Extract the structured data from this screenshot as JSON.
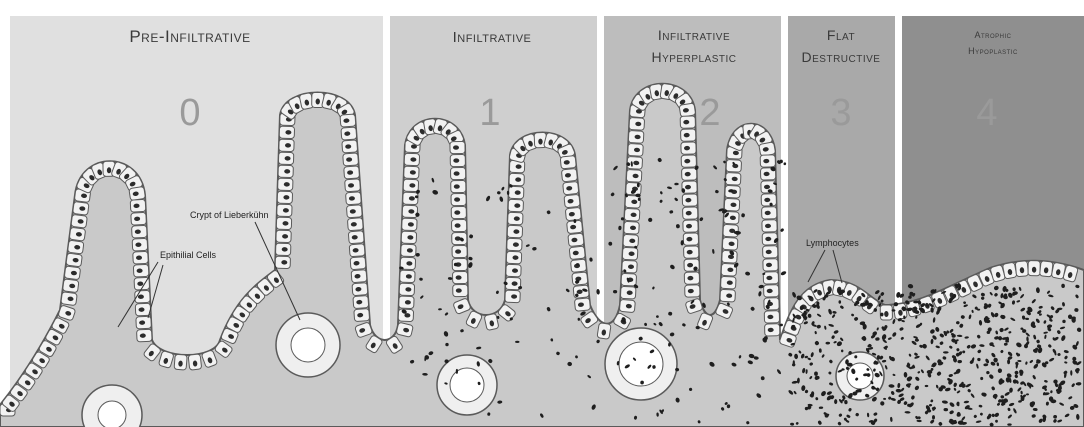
{
  "stages": [
    {
      "title": "Pre-Infiltrative",
      "title_line2": "",
      "number": "0",
      "shade": "#e0e0e0"
    },
    {
      "title": "Infiltrative",
      "title_line2": "",
      "number": "1",
      "shade": "#cfcfcf"
    },
    {
      "title": "Infiltrative",
      "title_line2": "Hyperplastic",
      "number": "2",
      "shade": "#bdbdbd"
    },
    {
      "title": "Flat",
      "title_line2": "Destructive",
      "number": "3",
      "shade": "#a9a9a9"
    },
    {
      "title": "Atrophic",
      "title_line2": "Hypoplastic",
      "number": "4",
      "shade": "#8f8f8f"
    }
  ],
  "annotations": {
    "epithelial": "Epithilial Cells",
    "crypt": "Crypt of Lieberkühn",
    "lymphocytes": "Lymphocytes"
  },
  "colors": {
    "tissue": "#c9c9c9",
    "epithelium_cell": "#f2f2f2",
    "cell_outline": "#5a5a5a",
    "nucleus": "#2c2c2c",
    "lymphocyte": "#1e1e1e"
  }
}
